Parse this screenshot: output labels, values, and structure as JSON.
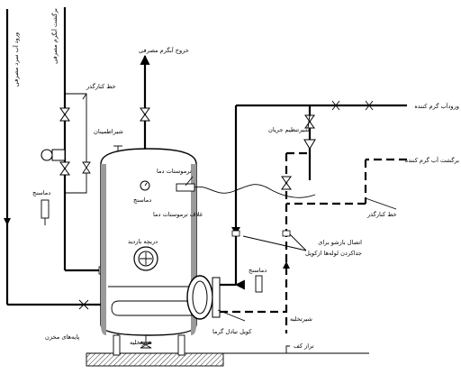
{
  "labels": {
    "cold_inlet_consumer": "ورود آب سرد مصرفی",
    "consumer_hw_return": "برگشت آبگرم مصرفی",
    "bypass_line_left": "خط کنارگذر",
    "thermometer_left": "دماسنج",
    "consumer_hw_outlet": "خروج آبگرم مصرفی",
    "safety_valve": "شیراطمینان",
    "thermostat": "ترموستات دما",
    "thermometer_tank": "دماسنج",
    "thermostat_sheath": "غلاف ترموستات دما",
    "manhole": "دریچه بازدید",
    "heater_supply_inlet": "ورودآب گرم کننده",
    "flow_control_valve": "شیرتنظیم جریان",
    "heater_return": "برگشت آب گرم کننده",
    "bypass_line_right": "خط کنارگذر",
    "union_note_1": "اتصال بازشو برای",
    "union_note_2": "جداکردن لوله‌ها ازکویل",
    "thermometer_right": "دماسنج",
    "drain_valve_right": "شیرتخلیه",
    "heat_exchange_coil": "کویل تبادل گرما",
    "drain_valve_bottom": "شیرتخلیه",
    "tank_legs": "پایه‌های مخزن",
    "floor_level": "تراز کف"
  }
}
